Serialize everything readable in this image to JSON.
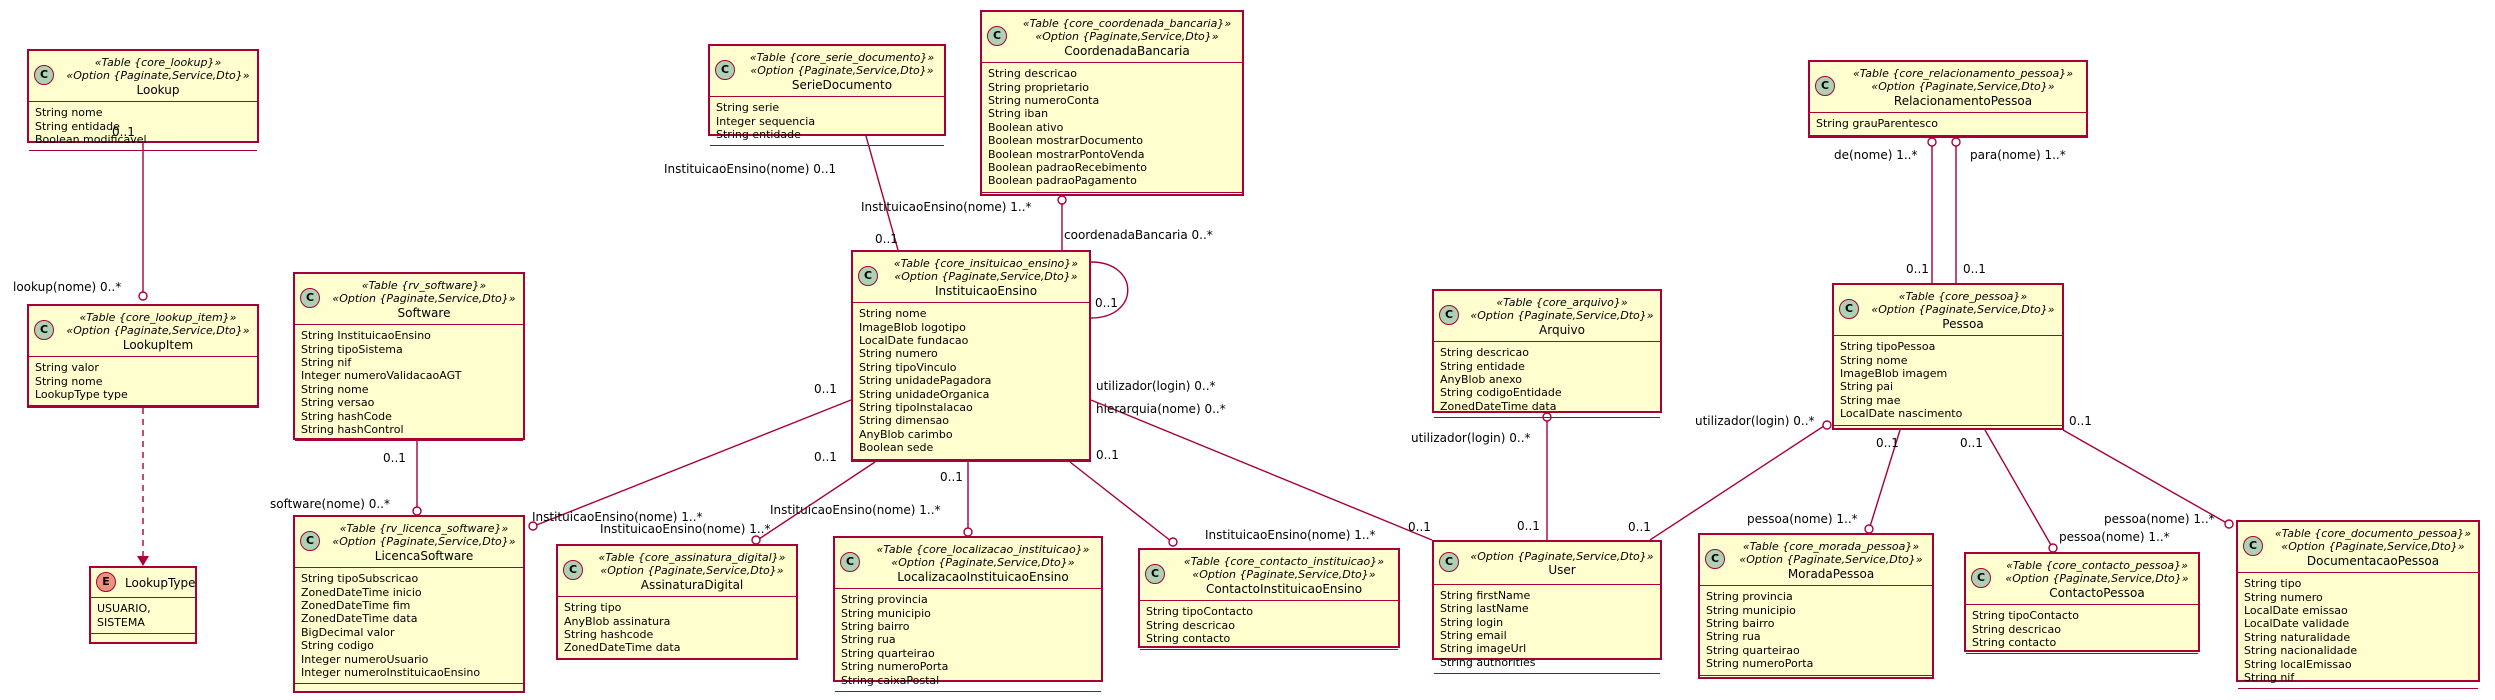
{
  "classes": {
    "lookup": {
      "stereotypes": [
        "«Table {core_lookup}»",
        "«Option {Paginate,Service,Dto}»"
      ],
      "name": "Lookup",
      "icon": "C",
      "attrs": [
        "String nome",
        "String entidade",
        "Boolean modificavel"
      ]
    },
    "lookupitem": {
      "stereotypes": [
        "«Table {core_lookup_item}»",
        "«Option {Paginate,Service,Dto}»"
      ],
      "name": "LookupItem",
      "icon": "C",
      "attrs": [
        "String valor",
        "String nome",
        "LookupType type"
      ]
    },
    "lookuptype": {
      "stereotypes": [],
      "name": "LookupType",
      "icon": "E",
      "attrs": [
        "USUARIO,",
        "SISTEMA"
      ]
    },
    "software": {
      "stereotypes": [
        "«Table {rv_software}»",
        "«Option {Paginate,Service,Dto}»"
      ],
      "name": "Software",
      "icon": "C",
      "attrs": [
        "String InstituicaoEnsino",
        "String tipoSistema",
        "String nif",
        "Integer numeroValidacaoAGT",
        "String nome",
        "String versao",
        "String hashCode",
        "String hashControl"
      ]
    },
    "licenca": {
      "stereotypes": [
        "«Table {rv_licenca_software}»",
        "«Option {Paginate,Service,Dto}»"
      ],
      "name": "LicencaSoftware",
      "icon": "C",
      "attrs": [
        "String tipoSubscricao",
        "ZonedDateTime inicio",
        "ZonedDateTime fim",
        "ZonedDateTime data",
        "BigDecimal valor",
        "String codigo",
        "Integer numeroUsuario",
        "Integer numeroInstituicaoEnsino"
      ]
    },
    "serie": {
      "stereotypes": [
        "«Table {core_serie_documento}»",
        "«Option {Paginate,Service,Dto}»"
      ],
      "name": "SerieDocumento",
      "icon": "C",
      "attrs": [
        "String serie",
        "Integer sequencia",
        "String entidade"
      ]
    },
    "coord": {
      "stereotypes": [
        "«Table {core_coordenada_bancaria}»",
        "«Option {Paginate,Service,Dto}»"
      ],
      "name": "CoordenadaBancaria",
      "icon": "C",
      "attrs": [
        "String descricao",
        "String proprietario",
        "String numeroConta",
        "String iban",
        "Boolean ativo",
        "Boolean mostrarDocumento",
        "Boolean mostrarPontoVenda",
        "Boolean padraoRecebimento",
        "Boolean padraoPagamento"
      ]
    },
    "inst": {
      "stereotypes": [
        "«Table {core_insituicao_ensino}»",
        "«Option {Paginate,Service,Dto}»"
      ],
      "name": "InstituicaoEnsino",
      "icon": "C",
      "attrs": [
        "String nome",
        "ImageBlob logotipo",
        "LocalDate fundacao",
        "String numero",
        "String tipoVinculo",
        "String unidadePagadora",
        "String unidadeOrganica",
        "String tipoInstalacao",
        "String dimensao",
        "AnyBlob carimbo",
        "Boolean sede"
      ]
    },
    "assin": {
      "stereotypes": [
        "«Table {core_assinatura_digital}»",
        "«Option {Paginate,Service,Dto}»"
      ],
      "name": "AssinaturaDigital",
      "icon": "C",
      "attrs": [
        "String tipo",
        "AnyBlob assinatura",
        "String hashcode",
        "ZonedDateTime data"
      ]
    },
    "local": {
      "stereotypes": [
        "«Table {core_localizacao_instituicao}»",
        "«Option {Paginate,Service,Dto}»"
      ],
      "name": "LocalizacaoInstituicaoEnsino",
      "icon": "C",
      "attrs": [
        "String provincia",
        "String municipio",
        "String bairro",
        "String rua",
        "String quarteirao",
        "String numeroPorta",
        "String caixaPostal"
      ]
    },
    "contactoinst": {
      "stereotypes": [
        "«Table {core_contacto_instituicao}»",
        "«Option {Paginate,Service,Dto}»"
      ],
      "name": "ContactoInstituicaoEnsino",
      "icon": "C",
      "attrs": [
        "String tipoContacto",
        "String descricao",
        "String contacto"
      ]
    },
    "arquivo": {
      "stereotypes": [
        "«Table {core_arquivo}»",
        "«Option {Paginate,Service,Dto}»"
      ],
      "name": "Arquivo",
      "icon": "C",
      "attrs": [
        "String descricao",
        "String entidade",
        "AnyBlob anexo",
        "String codigoEntidade",
        "ZonedDateTime data"
      ]
    },
    "user": {
      "stereotypes": [
        "«Option {Paginate,Service,Dto}»"
      ],
      "name": "User",
      "icon": "C",
      "attrs": [
        "String firstName",
        "String lastName",
        "String login",
        "String email",
        "String imageUrl",
        "String authorities"
      ]
    },
    "relac": {
      "stereotypes": [
        "«Table {core_relacionamento_pessoa}»",
        "«Option {Paginate,Service,Dto}»"
      ],
      "name": "RelacionamentoPessoa",
      "icon": "C",
      "attrs": [
        "String grauParentesco"
      ]
    },
    "pessoa": {
      "stereotypes": [
        "«Table {core_pessoa}»",
        "«Option {Paginate,Service,Dto}»"
      ],
      "name": "Pessoa",
      "icon": "C",
      "attrs": [
        "String tipoPessoa",
        "String nome",
        "ImageBlob imagem",
        "String pai",
        "String mae",
        "LocalDate nascimento"
      ]
    },
    "morada": {
      "stereotypes": [
        "«Table {core_morada_pessoa}»",
        "«Option {Paginate,Service,Dto}»"
      ],
      "name": "MoradaPessoa",
      "icon": "C",
      "attrs": [
        "String provincia",
        "String municipio",
        "String bairro",
        "String rua",
        "String quarteirao",
        "String numeroPorta"
      ]
    },
    "contactopessoa": {
      "stereotypes": [
        "«Table {core_contacto_pessoa}»",
        "«Option {Paginate,Service,Dto}»"
      ],
      "name": "ContactoPessoa",
      "icon": "C",
      "attrs": [
        "String tipoContacto",
        "String descricao",
        "String contacto"
      ]
    },
    "docpessoa": {
      "stereotypes": [
        "«Table {core_documento_pessoa}»",
        "«Option {Paginate,Service,Dto}»"
      ],
      "name": "DocumentacaoPessoa",
      "icon": "C",
      "attrs": [
        "String tipo",
        "String numero",
        "LocalDate emissao",
        "LocalDate validade",
        "String naturalidade",
        "String nacionalidade",
        "String localEmissao",
        "String nif"
      ]
    }
  },
  "labels": {
    "l1": "0..1",
    "l2": "lookup(nome) 0..*",
    "l3": "0..1",
    "l4": "software(nome) 0..*",
    "l5": "InstituicaoEnsino(nome) 0..1",
    "l6": "0..1",
    "l7": "InstituicaoEnsino(nome)  1..*",
    "l8": "coordenadaBancaria 0..*",
    "l9": "0..1",
    "l10": "0..1",
    "l11": "utilizador(login) 0..*",
    "l12": "hierarquia(nome) 0..*",
    "l13": "InstituicaoEnsino(nome)  1..*",
    "l14": "InstituicaoEnsino(nome)  1..*",
    "l15": "0..1",
    "l16": "InstituicaoEnsino(nome)  1..*",
    "l17": "0..1",
    "l18": "0..1",
    "l19": "InstituicaoEnsino(nome)  1..*",
    "l20": "0..1",
    "l21": "utilizador(login) 0..*",
    "l22": "0..1",
    "l23": "de(nome)  1..*",
    "l24": "para(nome)  1..*",
    "l25": "0..1",
    "l26": "0..1",
    "l27": "utilizador(login) 0..*",
    "l28": "0..1",
    "l29": "0..1",
    "l30": "pessoa(nome)  1..*",
    "l31": "0..1",
    "l32": "pessoa(nome)  1..*",
    "l33": "0..1",
    "l34": "pessoa(nome)  1..*"
  }
}
